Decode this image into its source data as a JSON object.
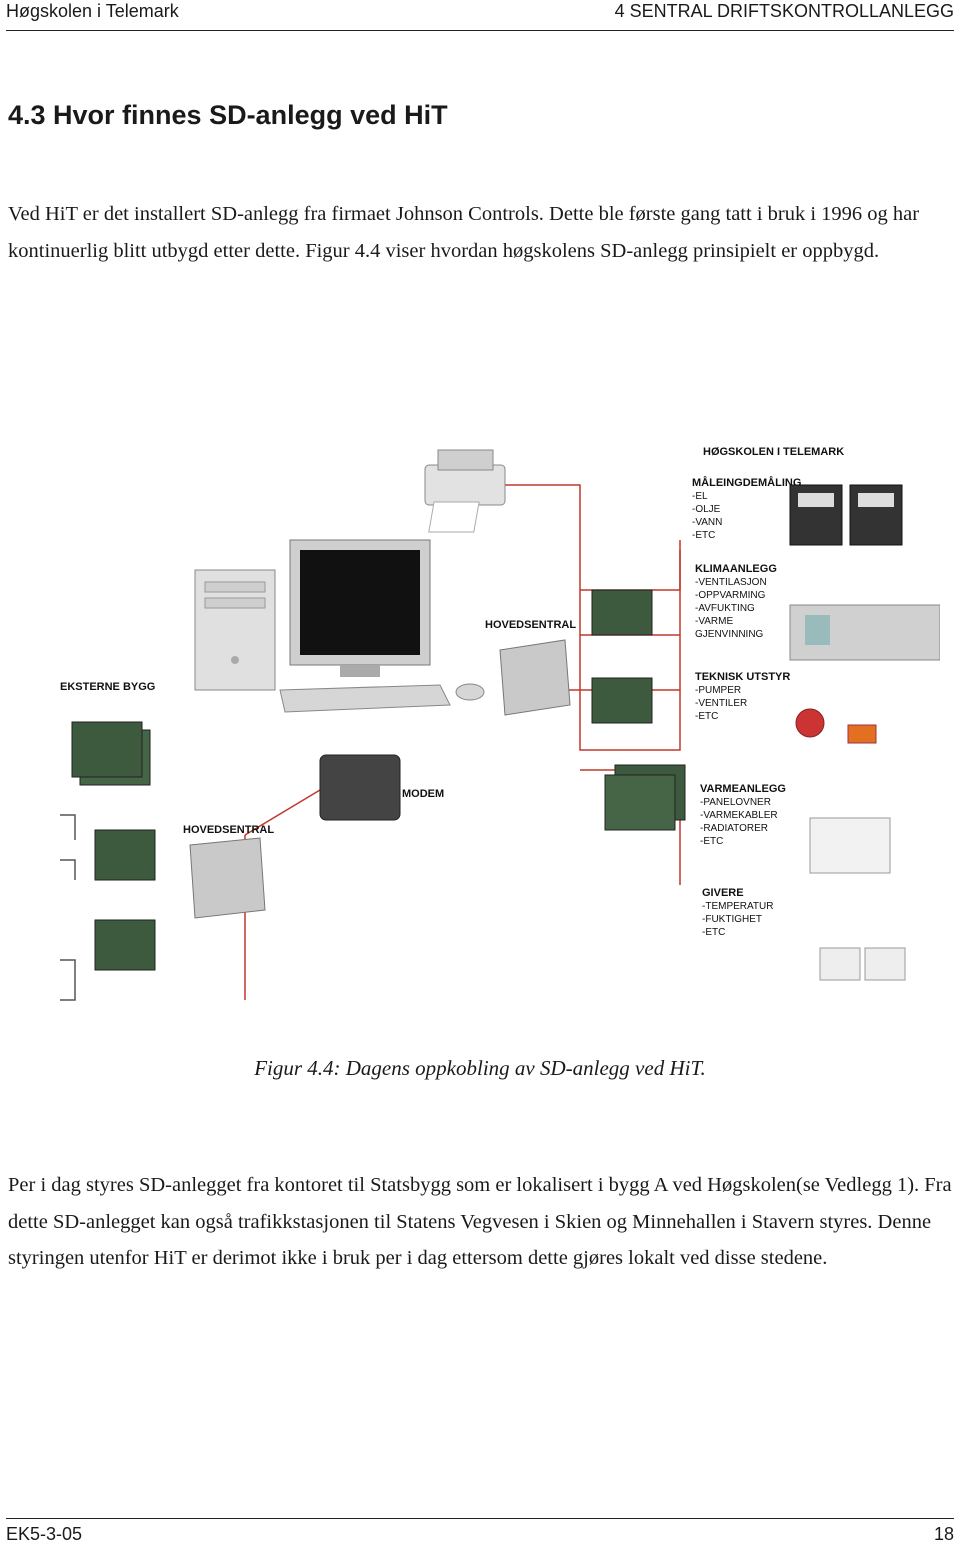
{
  "header": {
    "left": "Høgskolen i Telemark",
    "right": "4 SENTRAL DRIFTSKONTROLLANLEGG"
  },
  "section_title": "4.3  Hvor finnes SD-anlegg ved HiT",
  "paragraph1": "Ved HiT er det installert SD-anlegg fra firmaet Johnson Controls. Dette ble første gang tatt i bruk i 1996 og har kontinuerlig blitt utbygd etter dette. Figur 4.4 viser hvordan høgskolens SD-anlegg prinsipielt er oppbygd.",
  "figure": {
    "title": "HØGSKOLEN I TELEMARK",
    "hovedsentral": "HOVEDSENTRAL",
    "eksterne_bygg": "EKSTERNE BYGG",
    "modem": "MODEM",
    "hovedsentral2": "HOVEDSENTRAL",
    "groups": [
      {
        "title": "MÅLEINGDEMÅLING",
        "items": [
          "-EL",
          "-OLJE",
          "-VANN",
          "-ETC"
        ]
      },
      {
        "title": "KLIMAANLEGG",
        "items": [
          "-VENTILASJON",
          "-OPPVARMING",
          "-AVFUKTING",
          "-VARME",
          "GJENVINNING"
        ]
      },
      {
        "title": "TEKNISK UTSTYR",
        "items": [
          "-PUMPER",
          "-VENTILER",
          "-ETC"
        ]
      },
      {
        "title": "VARMEANLEGG",
        "items": [
          "-PANELOVNER",
          "-VARMEKABLER",
          "-RADIATORER",
          "-ETC"
        ]
      },
      {
        "title": "GIVERE",
        "items": [
          "-TEMPERATUR",
          "-FUKTIGHET",
          "-ETC"
        ]
      }
    ]
  },
  "caption": "Figur 4.4: Dagens oppkobling av SD-anlegg ved HiT.",
  "paragraph2": "Per i dag styres SD-anlegget fra kontoret til Statsbygg som er lokalisert i bygg A ved Høgskolen(se Vedlegg 1). Fra dette SD-anlegget kan også trafikkstasjonen til Statens Vegvesen i Skien og Minnehallen i Stavern styres. Denne styringen utenfor HiT er derimot ikke i bruk per i dag ettersom dette gjøres lokalt ved disse stedene.",
  "footer": {
    "left": "EK5-3-05",
    "right": "18"
  }
}
